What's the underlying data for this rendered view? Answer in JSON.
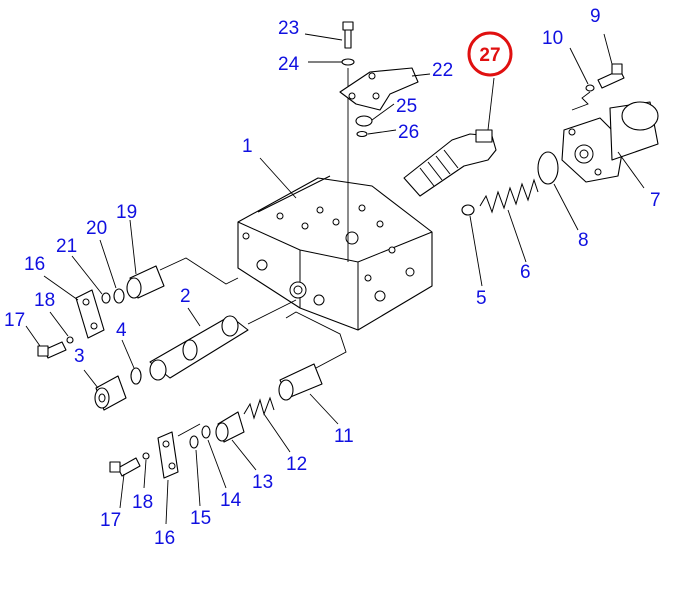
{
  "callout_color": "#1010e0",
  "highlight_color": "#e01010",
  "highlighted_part": "27",
  "callouts": {
    "c1": "1",
    "c2": "2",
    "c3": "3",
    "c4": "4",
    "c5": "5",
    "c6": "6",
    "c7": "7",
    "c8": "8",
    "c9": "9",
    "c10": "10",
    "c11": "11",
    "c12": "12",
    "c13": "13",
    "c14": "14",
    "c15": "15",
    "c16a": "16",
    "c16b": "16",
    "c17a": "17",
    "c17b": "17",
    "c18a": "18",
    "c18b": "18",
    "c19": "19",
    "c20": "20",
    "c21": "21",
    "c22": "22",
    "c23": "23",
    "c24": "24",
    "c25": "25",
    "c26": "26",
    "c27": "27"
  }
}
